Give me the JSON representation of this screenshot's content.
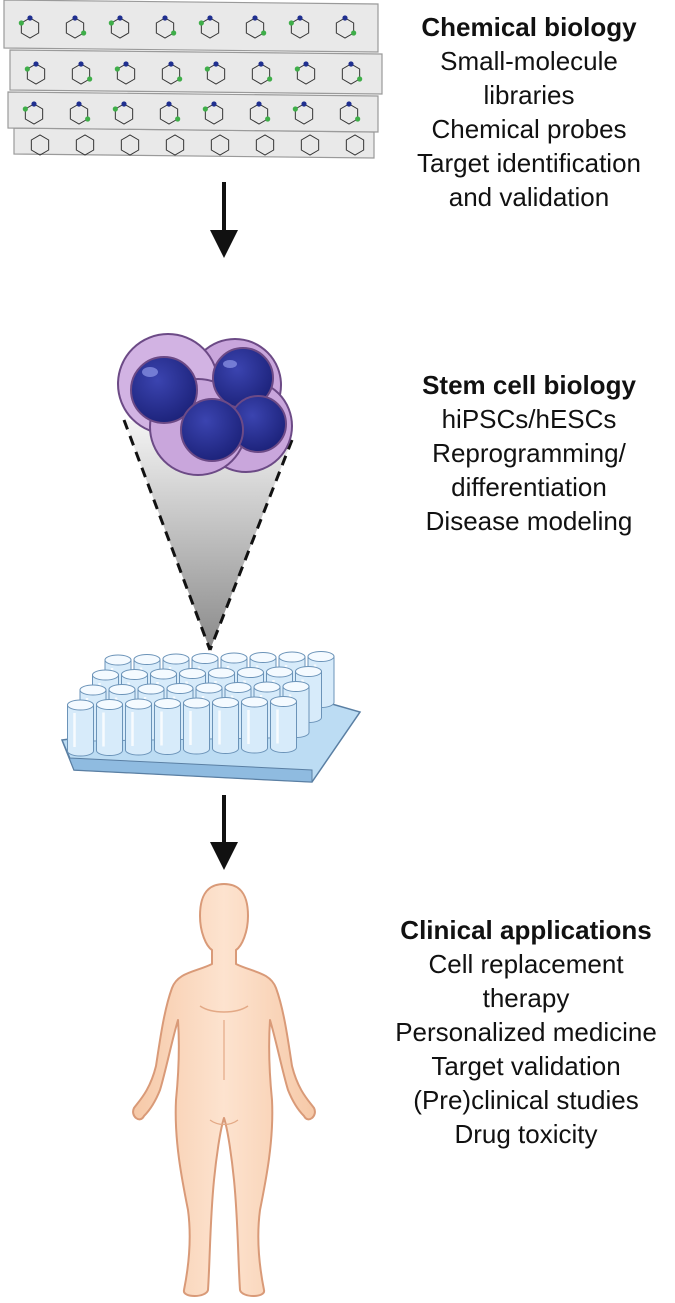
{
  "sections": {
    "chemical": {
      "title": "Chemical biology",
      "items": [
        "Small-molecule",
        "libraries",
        "Chemical probes",
        "Target identification",
        "and validation"
      ]
    },
    "stem": {
      "title": "Stem cell biology",
      "items": [
        "hiPSCs/hESCs",
        "Reprogramming/",
        "differentiation",
        "Disease modeling"
      ]
    },
    "clinical": {
      "title": "Clinical applications",
      "items": [
        "Cell replacement",
        "therapy",
        "Personalized medicine",
        "Target validation",
        "(Pre)clinical studies",
        "Drug toxicity"
      ]
    }
  },
  "colors": {
    "atom_blue": "#1f2f8f",
    "atom_green": "#3fae49",
    "cell_outer": "#c9a6dc",
    "cell_nucleus": "#262d8f",
    "plate": "#cfe6f7",
    "skin": "#fbdcc4",
    "skin_outline": "#d99a78"
  },
  "icons": [
    "compound-library-sheets",
    "stem-cell-cluster",
    "multiwell-plate",
    "human-body"
  ]
}
